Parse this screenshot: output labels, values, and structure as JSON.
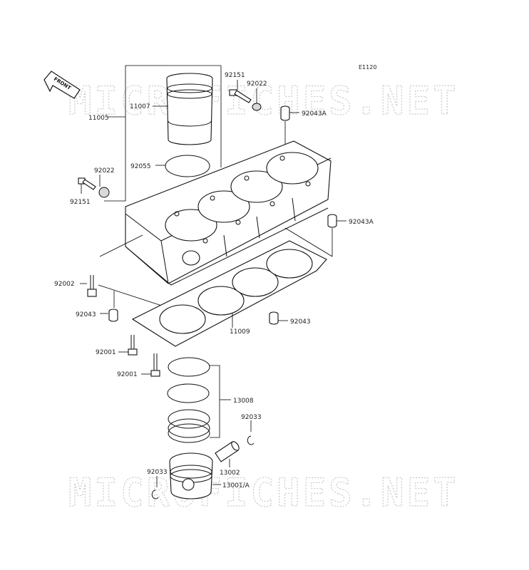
{
  "diagram_code": "E1120",
  "front_label": "FRONT",
  "watermark": "MICROFICHES.NET",
  "labels": {
    "p11007": "11007",
    "p11005": "11005",
    "p92151_top": "92151",
    "p92022_top": "92022",
    "p92043A_top": "92043A",
    "p92055": "92055",
    "p92022_left": "92022",
    "p92151_left": "92151",
    "p92043A_right": "92043A",
    "p92002": "92002",
    "p92043_left": "92043",
    "p92043_right": "92043",
    "p11009": "11009",
    "p92001_a": "92001",
    "p92001_b": "92001",
    "p13008": "13008",
    "p92033_right": "92033",
    "p13002": "13002",
    "p92033_left": "92033",
    "p13001A": "13001/A"
  }
}
